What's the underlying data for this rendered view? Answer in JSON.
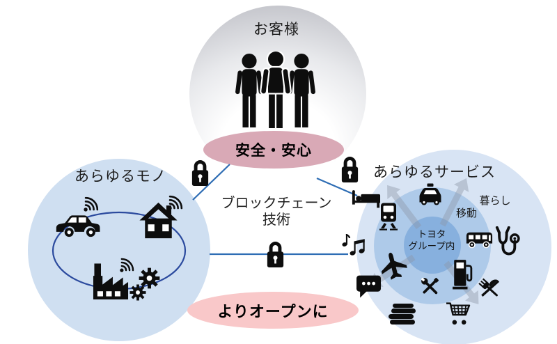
{
  "diagram": {
    "customers": {
      "title": "お客様",
      "badge": "安全・安心"
    },
    "things": {
      "title": "あらゆるモノ"
    },
    "services": {
      "title": "あらゆるサービス",
      "life_label": "暮らし",
      "mobility_label": "移動",
      "group_label_line1": "トヨタ",
      "group_label_line2": "グループ内"
    },
    "center": {
      "line1": "ブロックチェーン",
      "line2": "技術"
    },
    "open_badge": "よりオープンに"
  },
  "icons": {
    "customers": [
      "people-group-icon"
    ],
    "links": [
      "padlock-icon",
      "padlock-icon",
      "padlock-icon"
    ],
    "things": [
      "connected-car-icon",
      "wifi-icon",
      "smart-home-icon",
      "smart-factory-icon",
      "gear-icon",
      "network-loop"
    ],
    "services": [
      "bed-icon",
      "taxi-icon",
      "train-icon",
      "bus-icon",
      "stethoscope-icon",
      "music-notes-icon",
      "airplane-icon",
      "chat-bubble-icon",
      "repair-tools-icon",
      "fuel-pump-icon",
      "restaurant-icon",
      "books-icon",
      "shopping-cart-icon",
      "radiating-arrows"
    ]
  },
  "colors": {
    "link_blue": "#2e6db4",
    "loop_navy": "#2b4a9e",
    "left_circle": "#cfdff1",
    "right_outer_circle": "#d8e4f4",
    "right_middle_circle": "#aecae9",
    "right_inner_circle": "#87b0de",
    "top_circle_edge": "#c6c7cd",
    "safety_badge_pink": "#d9a9b6",
    "open_badge_pink": "#f9c8c9",
    "icon_black": "#0d0d0d",
    "arrow_gray": "#8d98a8"
  }
}
